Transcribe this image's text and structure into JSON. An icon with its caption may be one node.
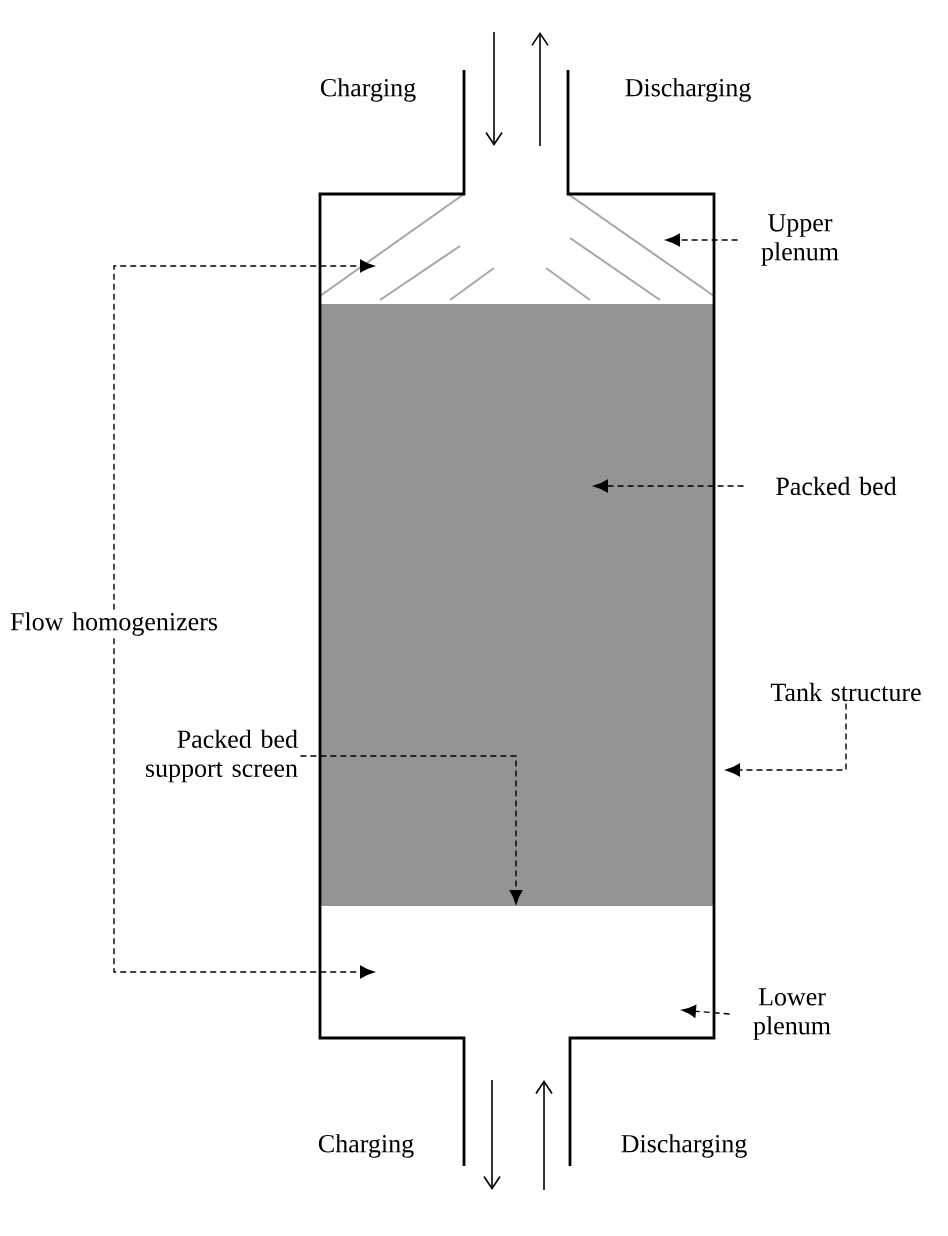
{
  "diagram": {
    "nodes": [
      {
        "text": [
          "Upper plenum"
        ]
      },
      {
        "text": [
          "Packed bed"
        ]
      },
      {
        "text": [
          "Tank structure"
        ]
      },
      {
        "text": [
          "Flow homogenizers"
        ]
      },
      {
        "text": [
          "Packed bed support screen"
        ]
      },
      {
        "text": [
          "Lower plenum"
        ]
      }
    ],
    "edges": [
      {
        "from": 0,
        "to": null,
        "arrow": "to",
        "style": "dashed"
      },
      {
        "from": 1,
        "to": null,
        "arrow": "to",
        "style": "dashed"
      },
      {
        "from": 2,
        "to": null,
        "arrow": "to",
        "style": "dashed"
      },
      {
        "from": 3,
        "to": null,
        "arrow": "to",
        "style": "dashed"
      },
      {
        "from": 3,
        "to": null,
        "arrow": "to",
        "style": "dashed"
      },
      {
        "from": 4,
        "to": null,
        "arrow": "to",
        "style": "dashed"
      },
      {
        "from": 5,
        "to": null,
        "arrow": "to",
        "style": "dashed"
      }
    ],
    "labels": [
      "Charging",
      "Discharging",
      "Charging",
      "Discharging"
    ]
  }
}
